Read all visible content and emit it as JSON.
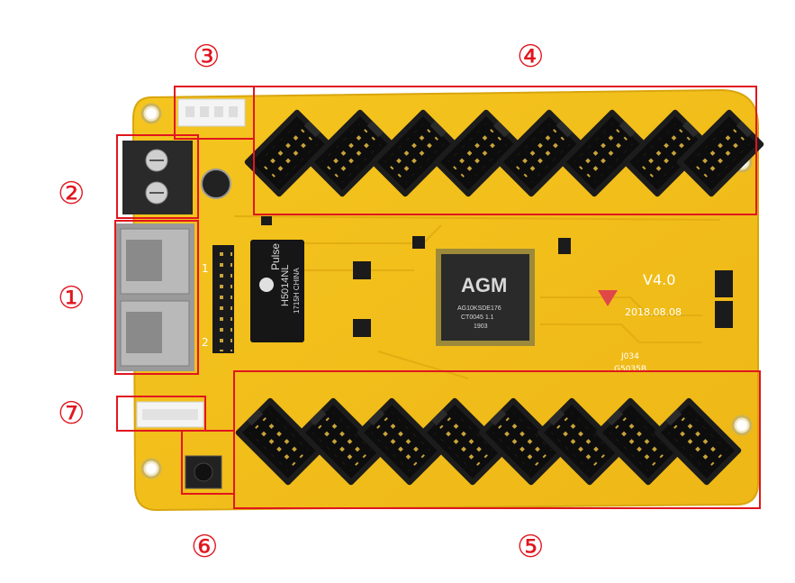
{
  "image": {
    "subject": "LED receiving card circuit board with numbered callouts",
    "colors": {
      "pcb": "#f2c019",
      "pcb_dark": "#d9a50e",
      "callout": "#e0161e",
      "connector": "#1b1b1b",
      "header_pin": "#e8b92a"
    }
  },
  "callouts": [
    {
      "id": "1",
      "label": "①"
    },
    {
      "id": "2",
      "label": "②"
    },
    {
      "id": "3",
      "label": "③"
    },
    {
      "id": "4",
      "label": "④"
    },
    {
      "id": "5",
      "label": "⑤"
    },
    {
      "id": "6",
      "label": "⑥"
    },
    {
      "id": "7",
      "label": "⑦"
    }
  ],
  "board_text": {
    "main_chip_brand": "AGM",
    "main_chip_line1": "AG10KSDE176",
    "main_chip_line2": "CT0045 1.1",
    "main_chip_line3": "1903",
    "transformer_brand": "Pulse",
    "transformer_part": "H5014NL",
    "transformer_line2": "1715H CHINA",
    "version": "V4.0",
    "date": "2018.08.08",
    "model": "G5035B",
    "ic": "J034",
    "jp_row_1": "1",
    "jp_row_2": "2"
  },
  "hub_connectors": {
    "top_count": 8,
    "bottom_count": 8
  }
}
